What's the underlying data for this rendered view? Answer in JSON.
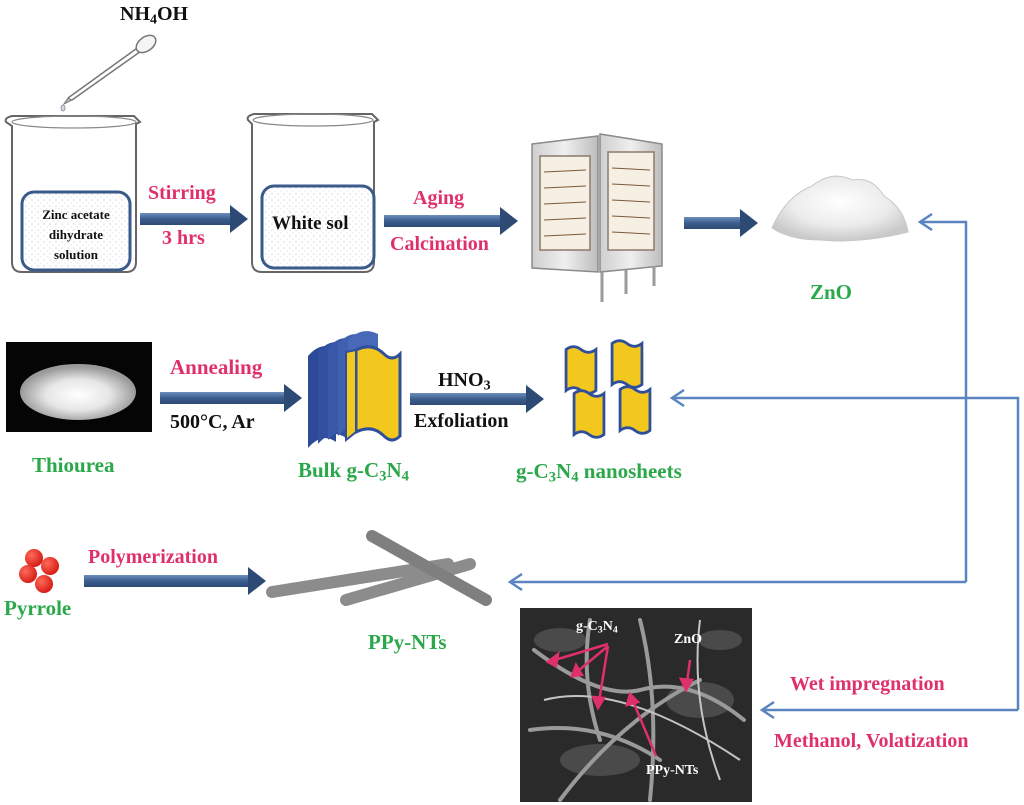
{
  "reagents": {
    "nh4oh": {
      "base": "NH",
      "sub": "4",
      "tail": "OH"
    },
    "zinc_solution": [
      "Zinc acetate",
      "dihydrate",
      "solution"
    ],
    "white_sol": "White sol",
    "zno_product": "ZnO",
    "thiourea": "Thiourea",
    "pyrrole": "Pyrrole",
    "ppy_nts": "PPy-NTs",
    "bulk_gcn": {
      "p1": "Bulk g-C",
      "s1": "3",
      "p2": "N",
      "s2": "4"
    },
    "gcn_nanosheets": {
      "p1": "g-C",
      "s1": "3",
      "p2": "N",
      "s2": "4",
      "p3": " nanosheets"
    }
  },
  "steps": {
    "stirring": "Stirring",
    "stirring_time": "3 hrs",
    "aging": "Aging",
    "calcination": "Calcination",
    "annealing": "Annealing",
    "annealing_cond": "500°C,  Ar",
    "hno3": {
      "base": "HNO",
      "sub": "3"
    },
    "exfoliation": "Exfoliation",
    "polymerization": "Polymerization",
    "wet_impregnation": "Wet impregnation",
    "methanol_volatization": "Methanol, Volatization"
  },
  "sem_labels": {
    "gcn": {
      "p1": "g-C",
      "s1": "3",
      "p2": "N",
      "s2": "4"
    },
    "zno": "ZnO",
    "ppy": "PPy-NTs"
  },
  "colors": {
    "step_text": "#e0306a",
    "product_text": "#2aa84a",
    "arrow_fill": "#3d5f8f",
    "connector_line": "#5a85c0",
    "sheet_yellow": "#f2c81f",
    "sheet_blue": "#3a58a8",
    "pyrrole_red": "#e8231f",
    "nanotube_gray": "#8c8c8c"
  }
}
